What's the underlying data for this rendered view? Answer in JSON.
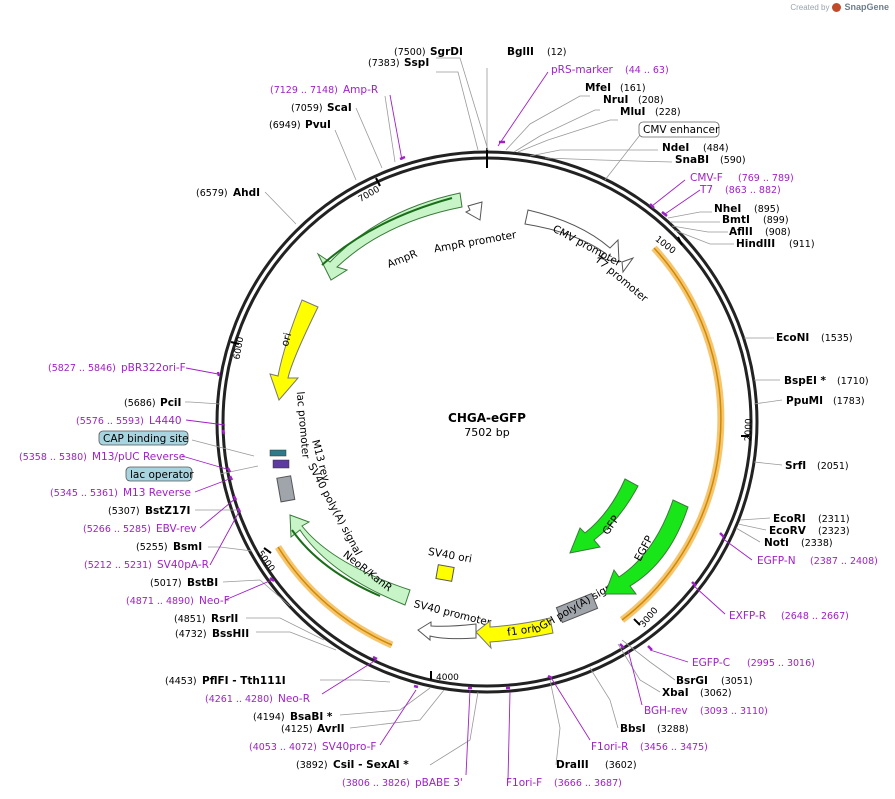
{
  "credit": {
    "prefix": "Created by",
    "brand": "SnapGene"
  },
  "plasmid": {
    "name": "CHGA-eGFP",
    "size": "7502 bp"
  },
  "ticks": [
    "1000",
    "2000",
    "3000",
    "4000",
    "5000",
    "6000",
    "7000"
  ],
  "features": {
    "cmv_promoter": "CMV promoter",
    "t7_promoter": "T7 promoter",
    "ampr_promoter": "AmpR promoter",
    "ampr": "AmpR",
    "ori": "ori",
    "lac_promoter": "lac promoter",
    "m13_rev": "M13 rev",
    "sv40_polya": "SV40 poly(A) signal",
    "neor": "NeoR/KanR",
    "sv40_promoter": "SV40 promoter",
    "sv40_ori": "SV40 ori",
    "f1_ori": "f1 ori",
    "bgh_polya": "bGH poly(A) signal",
    "egfp": "EGFP",
    "gfp": "GFP",
    "lac_operator_small": "lac operator",
    "cap_small": "CAP"
  },
  "boxed_labels": {
    "cmv_enhancer": "CMV enhancer",
    "cap_binding_site": "CAP binding site",
    "lac_operator": "lac operator"
  },
  "sites": {
    "sgrdi": {
      "pos": "(7500)",
      "name": "SgrDI"
    },
    "sspi": {
      "pos": "(7383)",
      "name": "SspI"
    },
    "bglii": {
      "name": "BglII",
      "pos": "(12)"
    },
    "mfei": {
      "name": "MfeI",
      "pos": "(161)"
    },
    "nrui": {
      "name": "NruI",
      "pos": "(208)"
    },
    "mlui": {
      "name": "MluI",
      "pos": "(228)"
    },
    "ndei": {
      "name": "NdeI",
      "pos": "(484)"
    },
    "snabi": {
      "name": "SnaBI",
      "pos": "(590)"
    },
    "nhei": {
      "name": "NheI",
      "pos": "(895)"
    },
    "bmti": {
      "name": "BmtI",
      "pos": "(899)"
    },
    "aflii": {
      "name": "AflII",
      "pos": "(908)"
    },
    "hindiii": {
      "name": "HindIII",
      "pos": "(911)"
    },
    "econi": {
      "name": "EcoNI",
      "pos": "(1535)"
    },
    "bspei": {
      "name": "BspEI *",
      "pos": "(1710)"
    },
    "ppumi": {
      "name": "PpuMI",
      "pos": "(1783)"
    },
    "srfi": {
      "name": "SrfI",
      "pos": "(2051)"
    },
    "ecori": {
      "name": "EcoRI",
      "pos": "(2311)"
    },
    "ecorv": {
      "name": "EcoRV",
      "pos": "(2323)"
    },
    "noti": {
      "name": "NotI",
      "pos": "(2338)"
    },
    "bsrgi": {
      "name": "BsrGI",
      "pos": "(3051)"
    },
    "xbai": {
      "name": "XbaI",
      "pos": "(3062)"
    },
    "bbsi": {
      "name": "BbsI",
      "pos": "(3288)"
    },
    "draiii": {
      "name": "DraIII",
      "pos": "(3602)"
    },
    "csii": {
      "pos": "(3892)",
      "name": "CsiI - SexAI *"
    },
    "avrii": {
      "pos": "(4125)",
      "name": "AvrII"
    },
    "bsabi": {
      "pos": "(4194)",
      "name": "BsaBI *"
    },
    "pflfi": {
      "pos": "(4453)",
      "name": "PflFI - Tth111I"
    },
    "bsshii": {
      "pos": "(4732)",
      "name": "BssHII"
    },
    "rsrii": {
      "pos": "(4851)",
      "name": "RsrII"
    },
    "bstbi": {
      "pos": "(5017)",
      "name": "BstBI"
    },
    "bsmi": {
      "pos": "(5255)",
      "name": "BsmI"
    },
    "bstz17i": {
      "pos": "(5307)",
      "name": "BstZ17I"
    },
    "pcii": {
      "pos": "(5686)",
      "name": "PciI"
    },
    "ahdi": {
      "pos": "(6579)",
      "name": "AhdI"
    },
    "pvui": {
      "pos": "(6949)",
      "name": "PvuI"
    },
    "scai": {
      "pos": "(7059)",
      "name": "ScaI"
    }
  },
  "primers": {
    "prs": {
      "name": "pRS-marker",
      "range": "(44 .. 63)"
    },
    "cmvf": {
      "name": "CMV-F",
      "range": "(769 .. 789)"
    },
    "t7": {
      "name": "T7",
      "range": "(863 .. 882)"
    },
    "egfpn": {
      "name": "EGFP-N",
      "range": "(2387 .. 2408)"
    },
    "exfpr": {
      "name": "EXFP-R",
      "range": "(2648 .. 2667)"
    },
    "egfpc": {
      "name": "EGFP-C",
      "range": "(2995 .. 3016)"
    },
    "bghrev": {
      "name": "BGH-rev",
      "range": "(3093 .. 3110)"
    },
    "f1orir": {
      "name": "F1ori-R",
      "range": "(3456 .. 3475)"
    },
    "f1orif": {
      "name": "F1ori-F",
      "range": "(3666 .. 3687)"
    },
    "pbabe": {
      "range": "(3806 .. 3826)",
      "name": "pBABE 3'"
    },
    "sv40prof": {
      "range": "(4053 .. 4072)",
      "name": "SV40pro-F"
    },
    "neor": {
      "range": "(4261 .. 4280)",
      "name": "Neo-R"
    },
    "neof": {
      "range": "(4871 .. 4890)",
      "name": "Neo-F"
    },
    "sv40par": {
      "range": "(5212 .. 5231)",
      "name": "SV40pA-R"
    },
    "ebvrev": {
      "range": "(5266 .. 5285)",
      "name": "EBV-rev"
    },
    "m13reverse": {
      "range": "(5345 .. 5361)",
      "name": "M13 Reverse"
    },
    "m13puc": {
      "range": "(5358 .. 5380)",
      "name": "M13/pUC Reverse"
    },
    "l4440": {
      "range": "(5576 .. 5593)",
      "name": "L4440"
    },
    "pbr322": {
      "range": "(5827 .. 5846)",
      "name": "pBR322ori-F"
    },
    "ampr": {
      "range": "(7129 .. 7148)",
      "name": "Amp-R"
    }
  },
  "colors": {
    "backbone": "#222222",
    "primer": "#a020c8",
    "green_feature": "#c8f5c8",
    "gfp": "#19e619",
    "ori": "#ffff00",
    "gray_feature": "#a0a4ab",
    "orange_highlight": "#f6c570",
    "box_bg": "#a8d4e0"
  }
}
